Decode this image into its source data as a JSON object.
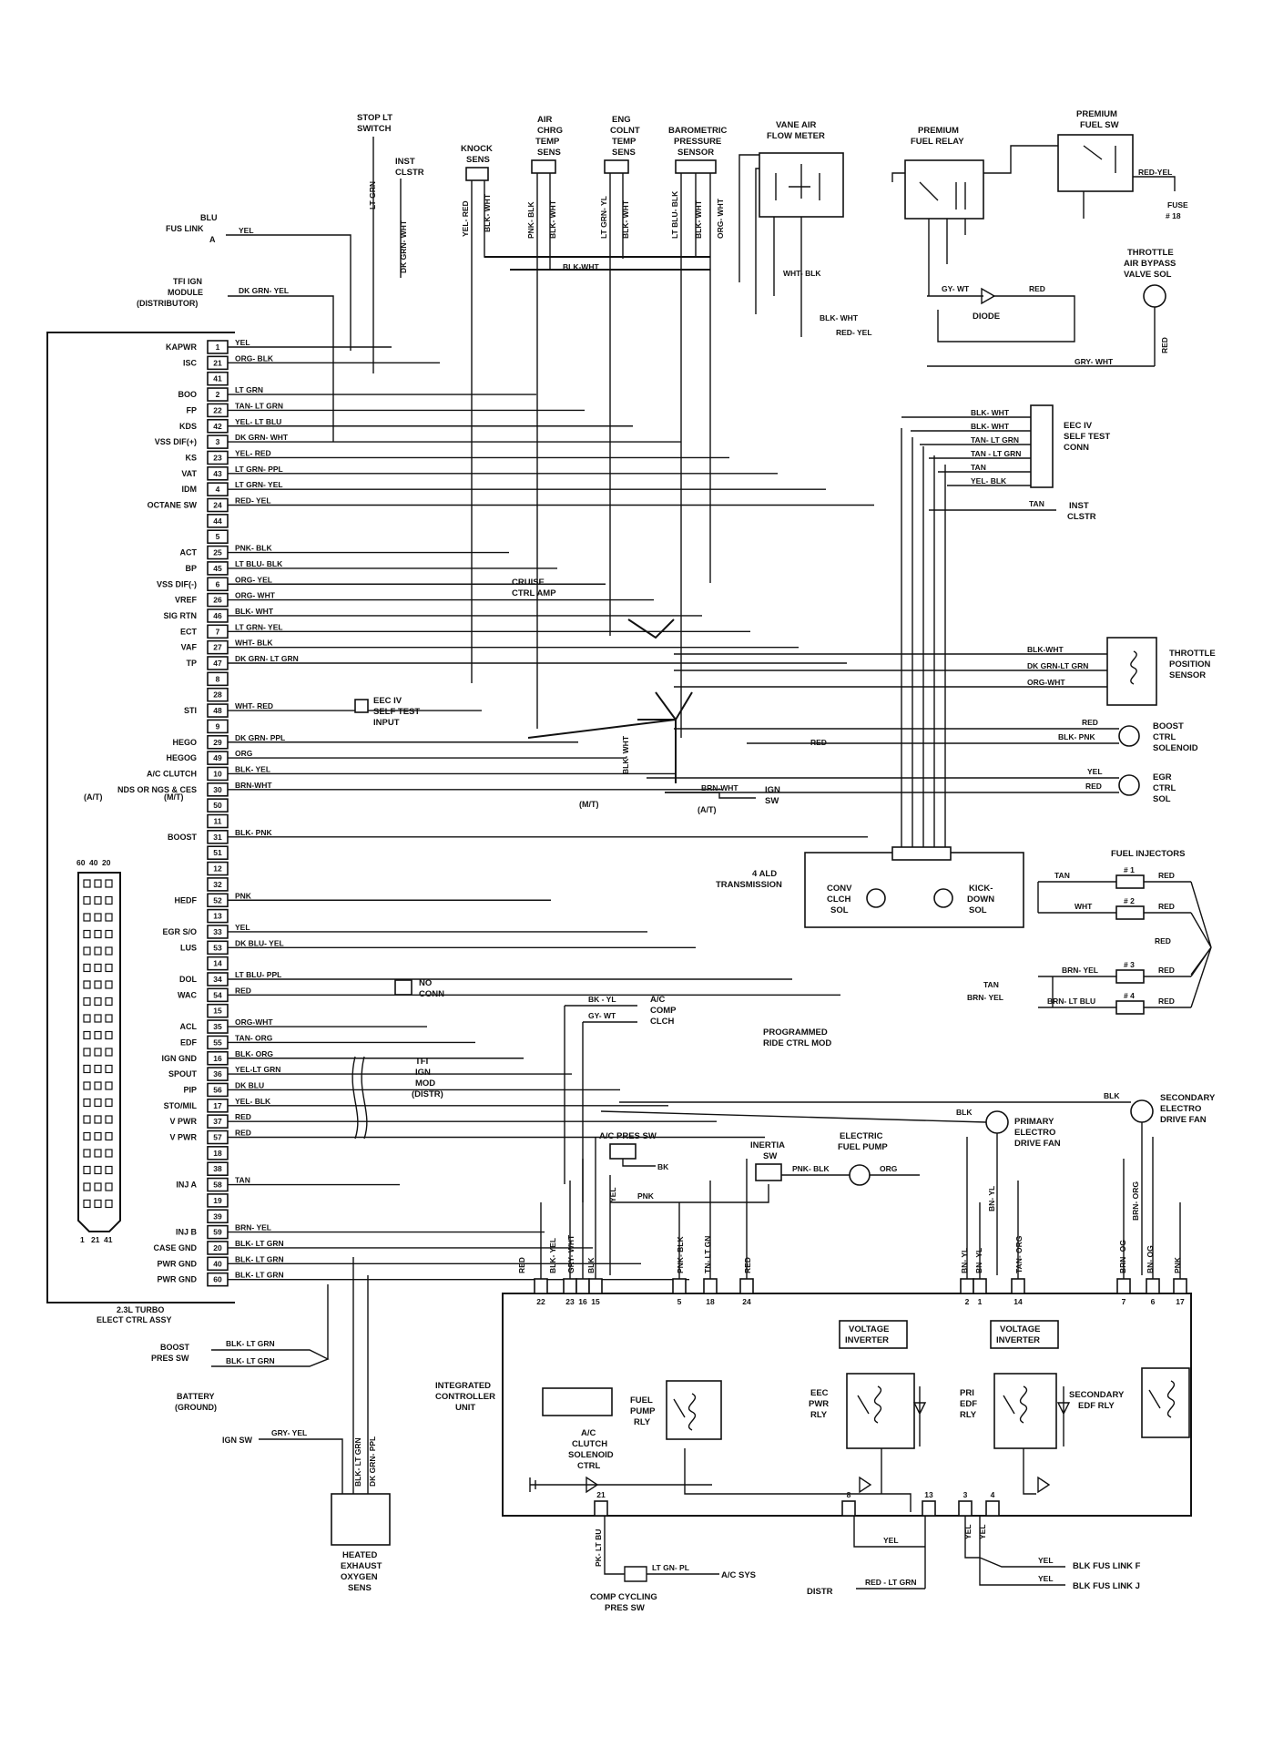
{
  "components": {
    "stop_lt_switch": [
      "STOP LT",
      "SWITCH"
    ],
    "knock_sens": [
      "KNOCK",
      "SENS"
    ],
    "air_chrg_temp_sens": [
      "AIR",
      "CHRG",
      "TEMP",
      "SENS"
    ],
    "eng_colnt_temp_sens": [
      "ENG",
      "COLNT",
      "TEMP",
      "SENS"
    ],
    "barometric_pressure_sensor": [
      "BAROMETRIC",
      "PRESSURE",
      "SENSOR"
    ],
    "vane_air_flow_meter": [
      "VANE AIR",
      "FLOW METER"
    ],
    "premium_fuel_relay": [
      "PREMIUM",
      "FUEL RELAY"
    ],
    "premium_fuel_sw": [
      "PREMIUM",
      "FUEL SW"
    ],
    "fuse_18": [
      "FUSE",
      "# 18"
    ],
    "throttle_air_bypass": [
      "THROTTLE",
      "AIR BYPASS",
      "VALVE SOL"
    ],
    "diode": "DIODE",
    "inst_clstr_top": [
      "INST",
      "CLSTR"
    ],
    "blu_fus_link_a": [
      "BLU",
      "FUS LINK",
      "A"
    ],
    "tfi_ign_module": [
      "TFI IGN",
      "MODULE",
      "(DISTRIBUTOR)"
    ],
    "eec_self_test_conn": [
      "EEC IV",
      "SELF TEST",
      "CONN"
    ],
    "inst_clstr_mid": [
      "INST",
      "CLSTR"
    ],
    "cruise_ctrl_amp": [
      "CRUISE",
      "CTRL AMP"
    ],
    "throttle_position_sensor": [
      "THROTTLE",
      "POSITION",
      "SENSOR"
    ],
    "eec_self_test_input": [
      "EEC IV",
      "SELF TEST",
      "INPUT"
    ],
    "boost_ctrl_solenoid": [
      "BOOST",
      "CTRL",
      "SOLENOID"
    ],
    "egr_ctrl_sol": [
      "EGR",
      "CTRL",
      "SOL"
    ],
    "ign_sw_mid": [
      "IGN",
      "SW"
    ],
    "mt_at_labels": [
      "(M/T)",
      "(A/T)"
    ],
    "transmission": [
      "4 ALD",
      "TRANSMISSION"
    ],
    "conv_clch_sol": [
      "CONV",
      "CLCH",
      "SOL"
    ],
    "kick_down_sol": [
      "KICK-",
      "DOWN",
      "SOL"
    ],
    "fuel_injectors": "FUEL INJECTORS",
    "injector_numbers": [
      "# 1",
      "# 2",
      "# 3",
      "# 4"
    ],
    "no_conn": [
      "NO",
      "CONN"
    ],
    "ac_comp_clch": [
      "A/C",
      "COMP",
      "CLCH"
    ],
    "programmed_ride": [
      "PROGRAMMED",
      "RIDE CTRL MOD"
    ],
    "tfi_ign_mod": [
      "TFI",
      "IGN",
      "MOD",
      "(DISTR)"
    ],
    "ac_pres_sw": "A/C PRES SW",
    "inertia_sw": [
      "INERTIA",
      "SW"
    ],
    "electric_fuel_pump": [
      "ELECTRIC",
      "FUEL PUMP"
    ],
    "primary_fan": [
      "PRIMARY",
      "ELECTRO",
      "DRIVE FAN"
    ],
    "secondary_fan": [
      "SECONDARY",
      "ELECTRO",
      "DRIVE FAN"
    ],
    "turbo_assy": [
      "2.3L TURBO",
      "ELECT CTRL ASSY"
    ],
    "boost_pres_sw": [
      "BOOST",
      "PRES SW"
    ],
    "battery": [
      "BATTERY",
      "(GROUND)"
    ],
    "heated_o2": [
      "HEATED",
      "EXHAUST",
      "OXYGEN",
      "SENS"
    ],
    "ign_sw_bottom": "IGN SW",
    "integrated_controller": [
      "INTEGRATED",
      "CONTROLLER",
      "UNIT"
    ],
    "ac_clutch_solenoid_ctrl": [
      "A/C",
      "CLUTCH",
      "SOLENOID",
      "CTRL"
    ],
    "fuel_pump_rly": [
      "FUEL",
      "PUMP",
      "RLY"
    ],
    "eec_pwr_rly": [
      "EEC",
      "PWR",
      "RLY"
    ],
    "pri_edf_rly": [
      "PRI",
      "EDF",
      "RLY"
    ],
    "secondary_edf_rly": [
      "SECONDARY",
      "EDF RLY"
    ],
    "voltage_inverter": [
      "VOLTAGE",
      "INVERTER"
    ],
    "comp_cycling": [
      "COMP CYCLING",
      "PRES SW"
    ],
    "ac_sys": "A/C SYS",
    "distr": "DISTR",
    "blk_fus_link_f": "BLK FUS LINK F",
    "blk_fus_link_j": "BLK FUS LINK J",
    "connector_index": [
      "1",
      "21",
      "41",
      "20",
      "40",
      "60"
    ]
  },
  "ecu_pins": [
    {
      "label": "KAPWR",
      "pin": "1",
      "wire": "YEL"
    },
    {
      "label": "ISC",
      "pin": "21",
      "wire": "ORG- BLK"
    },
    {
      "label": "",
      "pin": "41",
      "wire": ""
    },
    {
      "label": "BOO",
      "pin": "2",
      "wire": "LT GRN"
    },
    {
      "label": "FP",
      "pin": "22",
      "wire": "TAN- LT GRN"
    },
    {
      "label": "KDS",
      "pin": "42",
      "wire": "YEL- LT BLU"
    },
    {
      "label": "VSS DIF(+)",
      "pin": "3",
      "wire": "DK GRN- WHT"
    },
    {
      "label": "KS",
      "pin": "23",
      "wire": "YEL- RED"
    },
    {
      "label": "VAT",
      "pin": "43",
      "wire": "LT GRN- PPL"
    },
    {
      "label": "IDM",
      "pin": "4",
      "wire": "LT GRN- YEL"
    },
    {
      "label": "OCTANE SW",
      "pin": "24",
      "wire": "RED- YEL"
    },
    {
      "label": "",
      "pin": "44",
      "wire": ""
    },
    {
      "label": "",
      "pin": "5",
      "wire": ""
    },
    {
      "label": "ACT",
      "pin": "25",
      "wire": "PNK- BLK"
    },
    {
      "label": "BP",
      "pin": "45",
      "wire": "LT BLU- BLK"
    },
    {
      "label": "VSS DIF(-)",
      "pin": "6",
      "wire": "ORG- YEL"
    },
    {
      "label": "VREF",
      "pin": "26",
      "wire": "ORG- WHT"
    },
    {
      "label": "SIG RTN",
      "pin": "46",
      "wire": "BLK- WHT"
    },
    {
      "label": "ECT",
      "pin": "7",
      "wire": "LT GRN- YEL"
    },
    {
      "label": "VAF",
      "pin": "27",
      "wire": "WHT- BLK"
    },
    {
      "label": "TP",
      "pin": "47",
      "wire": "DK GRN- LT GRN"
    },
    {
      "label": "",
      "pin": "8",
      "wire": ""
    },
    {
      "label": "",
      "pin": "28",
      "wire": ""
    },
    {
      "label": "STI",
      "pin": "48",
      "wire": "WHT- RED"
    },
    {
      "label": "",
      "pin": "9",
      "wire": ""
    },
    {
      "label": "HEGO",
      "pin": "29",
      "wire": "DK GRN- PPL"
    },
    {
      "label": "HEGOG",
      "pin": "49",
      "wire": "ORG"
    },
    {
      "label": "A/C CLUTCH",
      "pin": "10",
      "wire": "BLK- YEL"
    },
    {
      "label": "NDS OR NGS & CES",
      "pin": "30",
      "wire": "BRN-WHT"
    },
    {
      "label": "",
      "pin": "50",
      "wire": ""
    },
    {
      "label": "",
      "pin": "11",
      "wire": ""
    },
    {
      "label": "BOOST",
      "pin": "31",
      "wire": "BLK- PNK"
    },
    {
      "label": "",
      "pin": "51",
      "wire": ""
    },
    {
      "label": "",
      "pin": "12",
      "wire": ""
    },
    {
      "label": "",
      "pin": "32",
      "wire": ""
    },
    {
      "label": "HEDF",
      "pin": "52",
      "wire": "PNK"
    },
    {
      "label": "",
      "pin": "13",
      "wire": ""
    },
    {
      "label": "EGR S/O",
      "pin": "33",
      "wire": "YEL"
    },
    {
      "label": "LUS",
      "pin": "53",
      "wire": "DK BLU- YEL"
    },
    {
      "label": "",
      "pin": "14",
      "wire": ""
    },
    {
      "label": "DOL",
      "pin": "34",
      "wire": "LT BLU- PPL"
    },
    {
      "label": "WAC",
      "pin": "54",
      "wire": "RED"
    },
    {
      "label": "",
      "pin": "15",
      "wire": ""
    },
    {
      "label": "ACL",
      "pin": "35",
      "wire": "ORG-WHT"
    },
    {
      "label": "EDF",
      "pin": "55",
      "wire": "TAN- ORG"
    },
    {
      "label": "IGN GND",
      "pin": "16",
      "wire": "BLK- ORG"
    },
    {
      "label": "SPOUT",
      "pin": "36",
      "wire": "YEL-LT GRN"
    },
    {
      "label": "PIP",
      "pin": "56",
      "wire": "DK BLU"
    },
    {
      "label": "STO/MIL",
      "pin": "17",
      "wire": "YEL- BLK"
    },
    {
      "label": "V PWR",
      "pin": "37",
      "wire": "RED"
    },
    {
      "label": "V PWR",
      "pin": "57",
      "wire": "RED"
    },
    {
      "label": "",
      "pin": "18",
      "wire": ""
    },
    {
      "label": "",
      "pin": "38",
      "wire": ""
    },
    {
      "label": "INJ A",
      "pin": "58",
      "wire": "TAN"
    },
    {
      "label": "",
      "pin": "19",
      "wire": ""
    },
    {
      "label": "",
      "pin": "39",
      "wire": ""
    },
    {
      "label": "INJ B",
      "pin": "59",
      "wire": "BRN- YEL"
    },
    {
      "label": "CASE GND",
      "pin": "20",
      "wire": "BLK- LT GRN"
    },
    {
      "label": "PWR GND",
      "pin": "40",
      "wire": "BLK- LT GRN"
    },
    {
      "label": "PWR GND",
      "pin": "60",
      "wire": "BLK- LT GRN"
    }
  ],
  "wire_labels": {
    "stop_lt": "LT GRN",
    "inst_clstr": "DK GRN- WHT",
    "knock": [
      "YEL- RED",
      "BLK- WHT"
    ],
    "air_chrg": [
      "PNK- BLK",
      "BLK- WHT"
    ],
    "eng_colnt": [
      "LT GRN- YL",
      "BLK- WHT"
    ],
    "baro": [
      "LT BLU- BLK",
      "BLK- WHT",
      "ORG- WHT"
    ],
    "blk_wht_bus": "BLK-WHT",
    "blu_fus": "YEL",
    "tfi": "DK GRN- YEL",
    "wht_blk": "WHT- BLK",
    "blk_wht_2": "BLK- WHT",
    "red_yel": "RED- YEL",
    "gy_wt": "GY- WT",
    "red_diode": "RED",
    "org_blk": "ORG- BLK",
    "gry_wht": "GRY- WHT",
    "bypass_red": "RED",
    "fuel_sw_red_yel": "RED-YEL",
    "eec_conn": [
      "BLK- WHT",
      "BLK- WHT",
      "TAN- LT GRN",
      "TAN - LT GRN",
      "TAN",
      "YEL- BLK"
    ],
    "inst_tan": "TAN",
    "tps": [
      "BLK-WHT",
      "DK GRN-LT GRN",
      "ORG-WHT"
    ],
    "boost_sol": [
      "RED",
      "BLK- PNK"
    ],
    "egr_sol": [
      "YEL",
      "RED"
    ],
    "center_red": "RED",
    "center_blk_wht": "BLK- WHT",
    "ign_brn_wht": "BRN-WHT",
    "inj": [
      "TAN",
      "WHT",
      "BRN- YEL",
      "BRN- LT BLU",
      "RED",
      "RED",
      "RED",
      "RED",
      "RED",
      "TAN",
      "BRN- YEL"
    ],
    "ac_comp": [
      "BK - YL",
      "GY- WT"
    ],
    "fan_blk": [
      "BLK",
      "BLK"
    ],
    "ac_pres": "BK",
    "ac_yel": "YEL",
    "pnk": "PNK",
    "pump": [
      "PNK- BLK",
      "ORG"
    ],
    "icu_top": [
      "RED",
      "BLK- YEL",
      "GRY- WHT",
      "BLK",
      "PNK- BLK",
      "TN- LT GN",
      "RED",
      "BN- YL",
      "BN- YL",
      "TAN- ORG",
      "BRN- OG",
      "BN- OG",
      "PNK"
    ],
    "fan_vertical": [
      "BN- YL",
      "BRN- ORG"
    ],
    "boost_pres": [
      "BLK- LT GRN",
      "BLK- LT GRN"
    ],
    "o2": [
      "GRY- YEL",
      "BLK- LT GRN",
      "DK GRN- PPL"
    ],
    "comp_cycling": [
      "PK- LT BU",
      "LT GN- PL"
    ],
    "icu_bottom": [
      "YEL",
      "YEL",
      "YEL",
      "YEL",
      "YEL",
      "RED - LT GRN"
    ]
  },
  "icu_pins_top": [
    "22",
    "23",
    "16",
    "15",
    "5",
    "18",
    "24",
    "2",
    "1",
    "14",
    "7",
    "6",
    "17"
  ],
  "icu_pins_bottom": [
    "21",
    "8",
    "13",
    "3",
    "4"
  ]
}
